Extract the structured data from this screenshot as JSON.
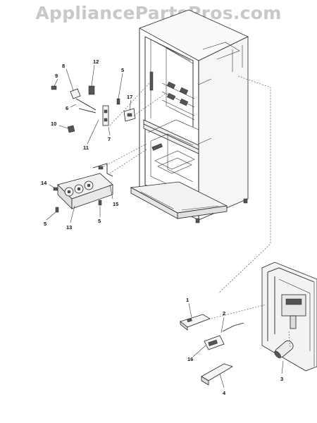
{
  "watermark": "AppliancePartsPros.com",
  "callouts": [
    {
      "id": "c1",
      "text": "1"
    },
    {
      "id": "c2",
      "text": "2"
    },
    {
      "id": "c3",
      "text": "3"
    },
    {
      "id": "c4",
      "text": "4"
    },
    {
      "id": "c5a",
      "text": "5"
    },
    {
      "id": "c5b",
      "text": "5"
    },
    {
      "id": "c5c",
      "text": "5"
    },
    {
      "id": "c6",
      "text": "6"
    },
    {
      "id": "c7",
      "text": "7"
    },
    {
      "id": "c8",
      "text": "8"
    },
    {
      "id": "c9",
      "text": "9"
    },
    {
      "id": "c10",
      "text": "10"
    },
    {
      "id": "c11",
      "text": "11"
    },
    {
      "id": "c12",
      "text": "12"
    },
    {
      "id": "c13",
      "text": "13"
    },
    {
      "id": "c14",
      "text": "14"
    },
    {
      "id": "c15",
      "text": "15"
    },
    {
      "id": "c16",
      "text": "16"
    },
    {
      "id": "c17",
      "text": "17"
    }
  ]
}
